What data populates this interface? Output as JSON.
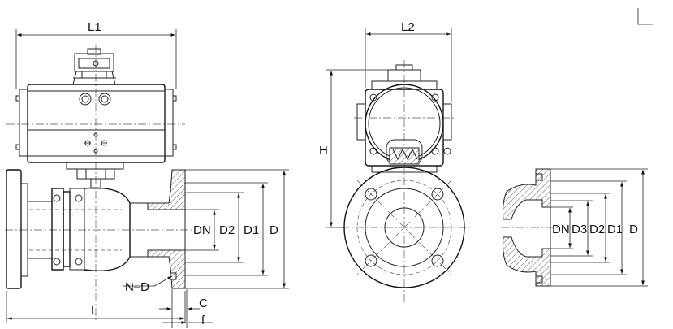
{
  "labels": {
    "l1": "L1",
    "l2": "L2",
    "l": "L",
    "h": "H",
    "nd": "N–D",
    "c": "C",
    "f": "f",
    "front": {
      "dn": "DN",
      "d2": "D2",
      "d1": "D1",
      "d": "D"
    },
    "end": {
      "dn": "DN",
      "d3": "D3",
      "d2": "D2",
      "d1": "D1",
      "d": "D"
    }
  }
}
